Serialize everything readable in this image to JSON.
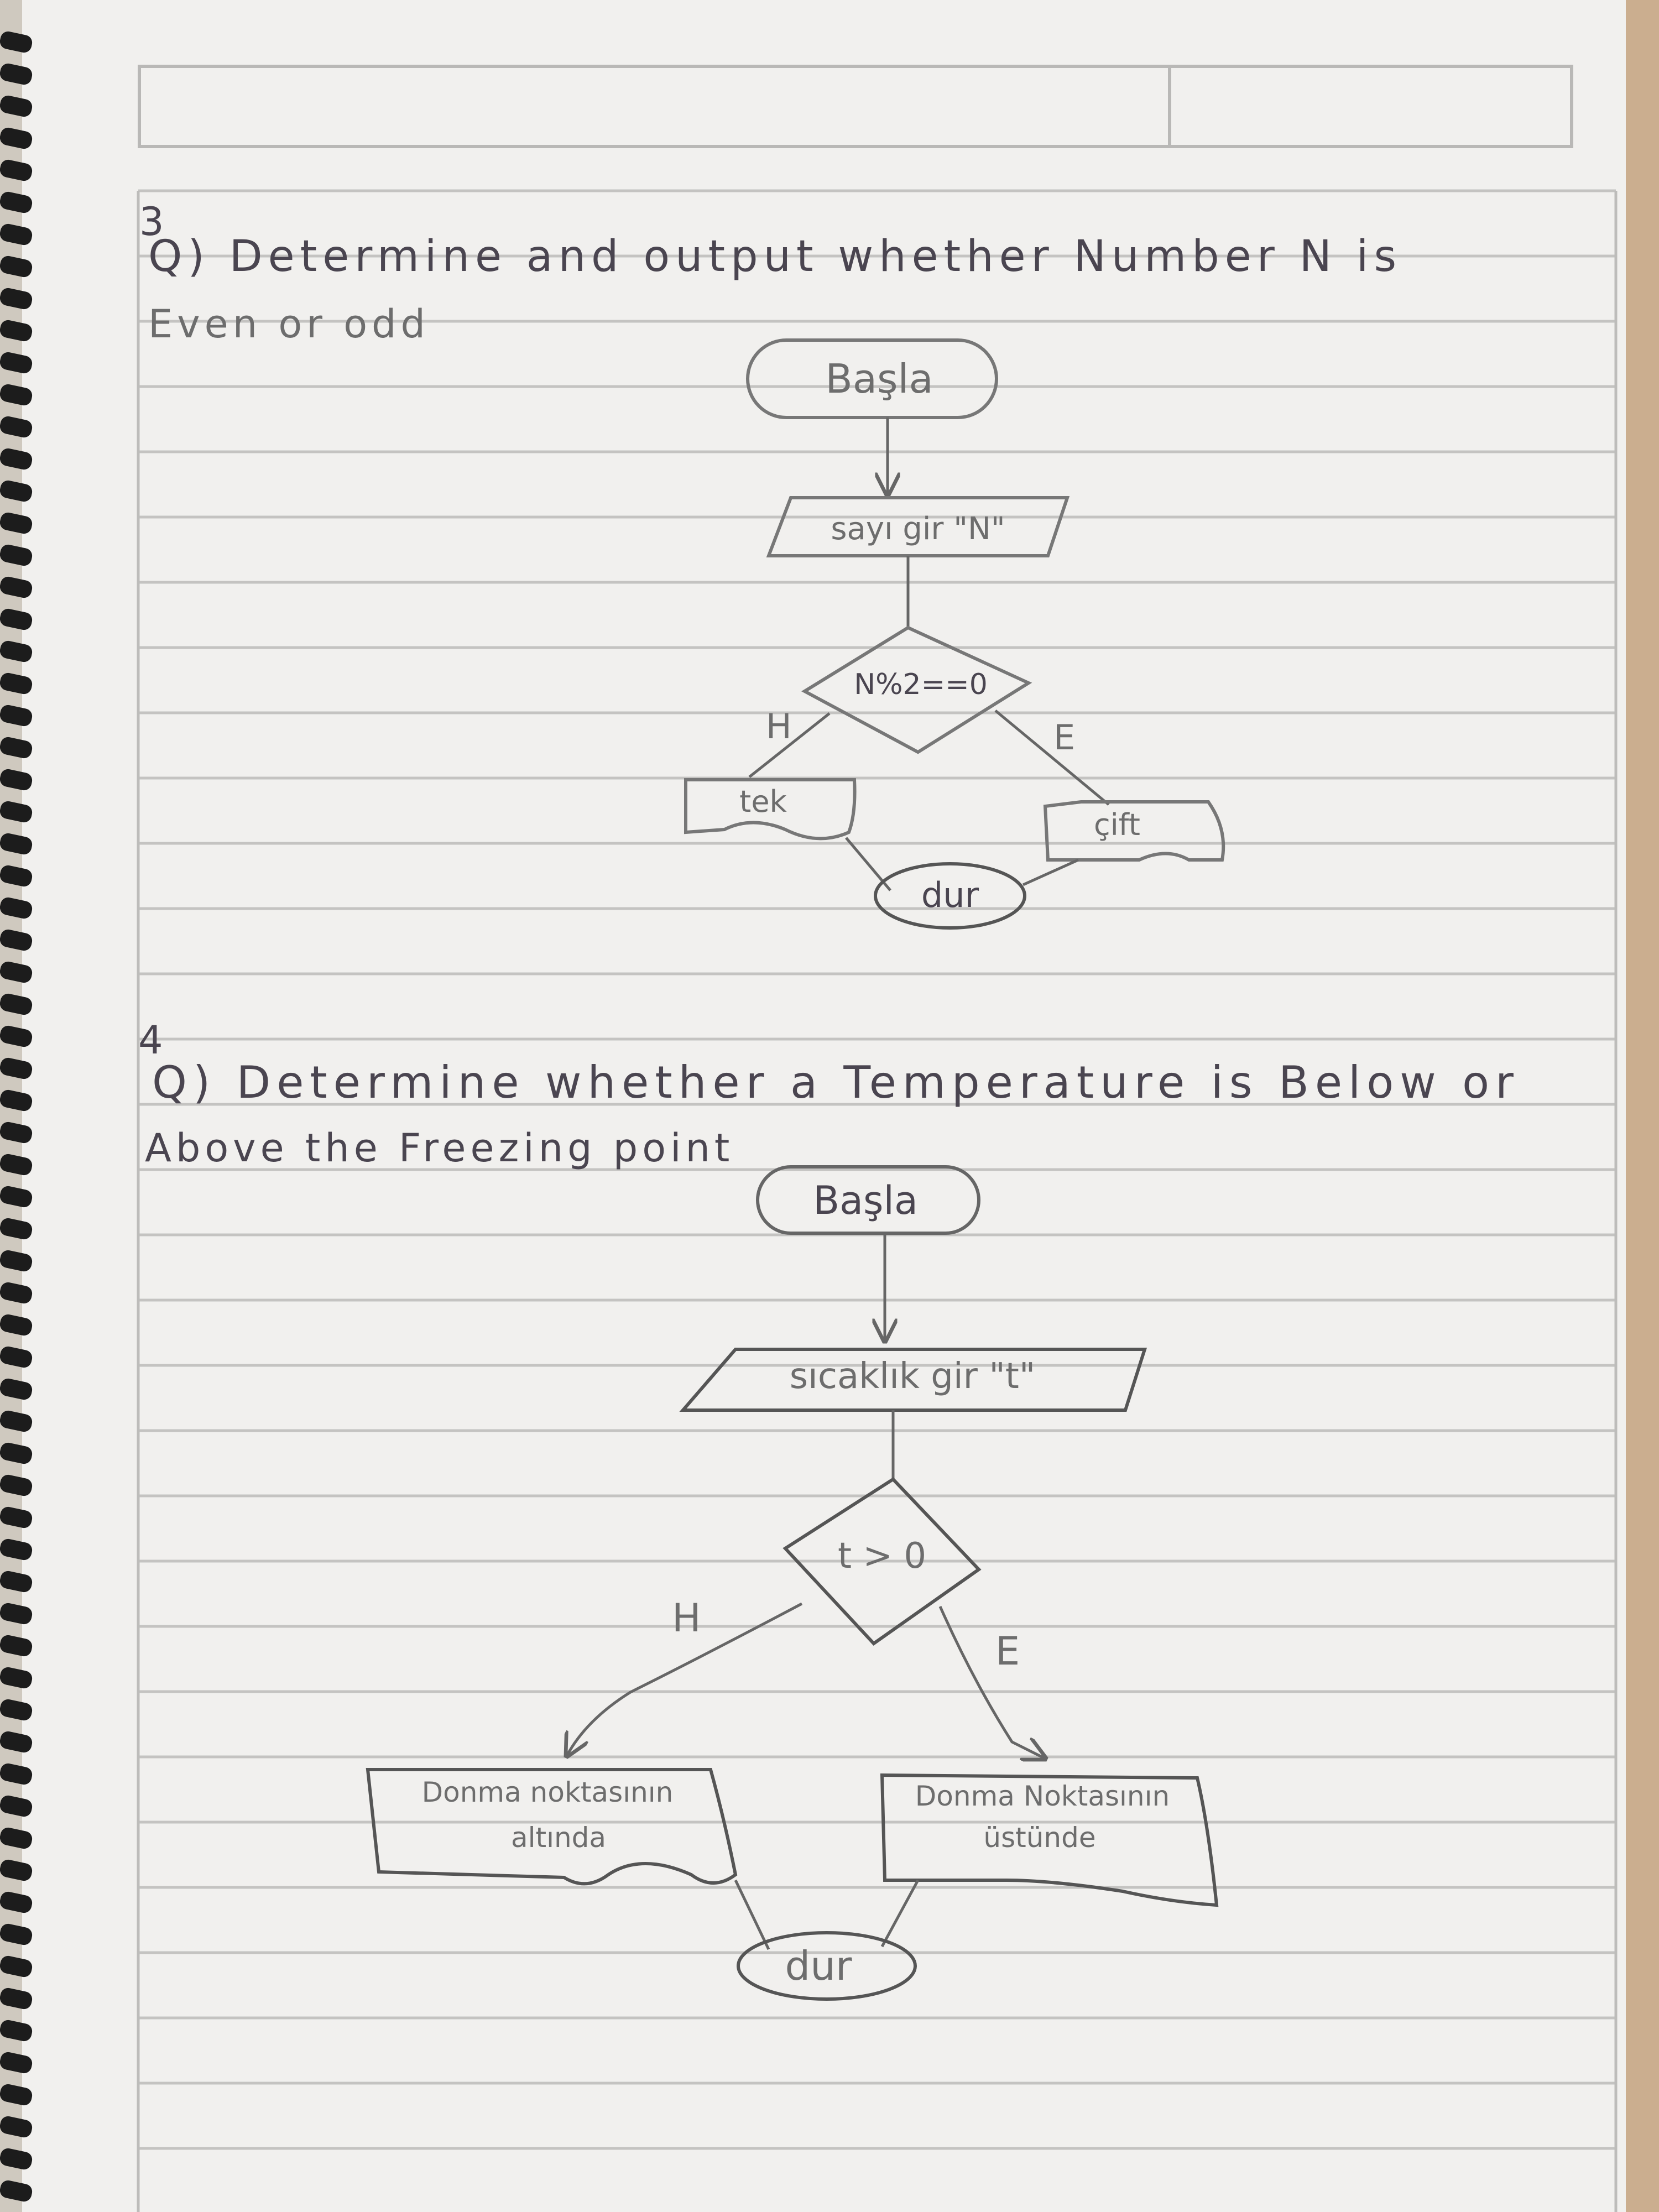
{
  "q3": {
    "number": "3",
    "question_line1": "Q) Determine and output whether Number N is",
    "question_line2": "Even or odd",
    "start": "Başla",
    "input": "sayı gir \"N\"",
    "condition": "N%2==0",
    "no_label": "H",
    "yes_label": "E",
    "no_output": "tek",
    "yes_output": "çift",
    "stop": "dur"
  },
  "q4": {
    "number": "4",
    "question_line1": "Q) Determine whether a Temperature is Below or",
    "question_line2": "Above the Freezing point",
    "start": "Başla",
    "input": "sıcaklık gir \"t\"",
    "condition": "t > 0",
    "no_label": "H",
    "yes_label": "E",
    "no_output_line1": "Donma noktasının",
    "no_output_line2": "altında",
    "yes_output_line1": "Donma Noktasının",
    "yes_output_line2": "üstünde",
    "stop": "dur"
  }
}
